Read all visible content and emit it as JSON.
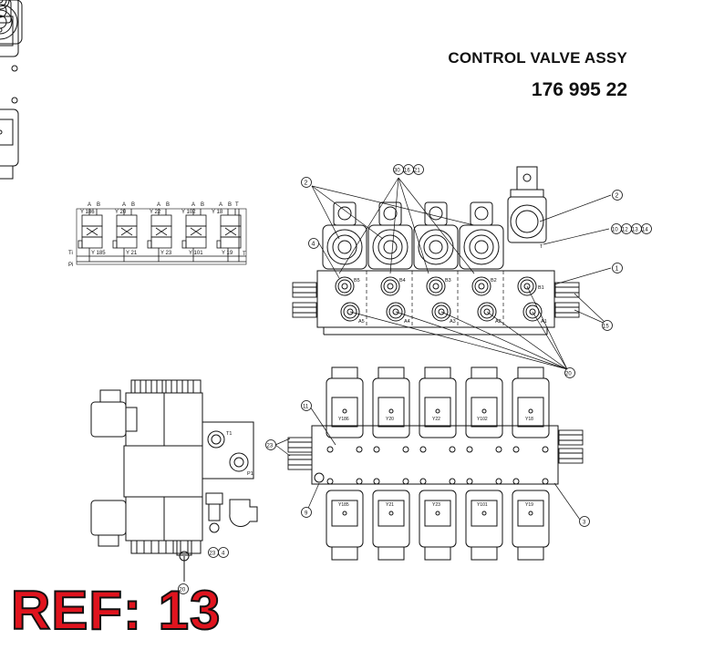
{
  "header": {
    "title": "CONTROL VALVE ASSY",
    "part_number": "176 995 22"
  },
  "reference": "REF: 13",
  "schematic": {
    "ports_top": [
      "A",
      "B",
      "A",
      "B",
      "A",
      "B",
      "A",
      "B",
      "A",
      "B",
      "T"
    ],
    "solenoids_top": [
      "Y 186",
      "Y 20",
      "Y 22",
      "Y 102",
      "Y 18"
    ],
    "solenoids_bottom": [
      "Y 185",
      "Y 21",
      "Y 23",
      "Y 101",
      "Y 19"
    ],
    "ports_left": [
      "Ti",
      "Pi"
    ],
    "port_right": "T"
  },
  "top_view": {
    "callouts": [
      "2",
      "30",
      "16",
      "21",
      "2",
      "4",
      "10",
      "12",
      "13",
      "14",
      "1",
      "15",
      "20"
    ],
    "port_labels_b": [
      "B5",
      "B4",
      "B3",
      "B2",
      "B1"
    ],
    "port_labels_a": [
      "A5",
      "A4",
      "A3",
      "A2",
      "A1"
    ],
    "port_t": "T"
  },
  "side_view": {
    "port_labels": [
      "T1",
      "P1"
    ],
    "callouts": [
      "23",
      "4",
      "20"
    ]
  },
  "front_view": {
    "solenoids_top": [
      "Y186",
      "Y20",
      "Y22",
      "Y102",
      "Y18"
    ],
    "solenoids_bottom": [
      "Y185",
      "Y21",
      "Y23",
      "Y101",
      "Y19"
    ],
    "callouts": [
      "11",
      "23",
      "9",
      "3"
    ]
  }
}
